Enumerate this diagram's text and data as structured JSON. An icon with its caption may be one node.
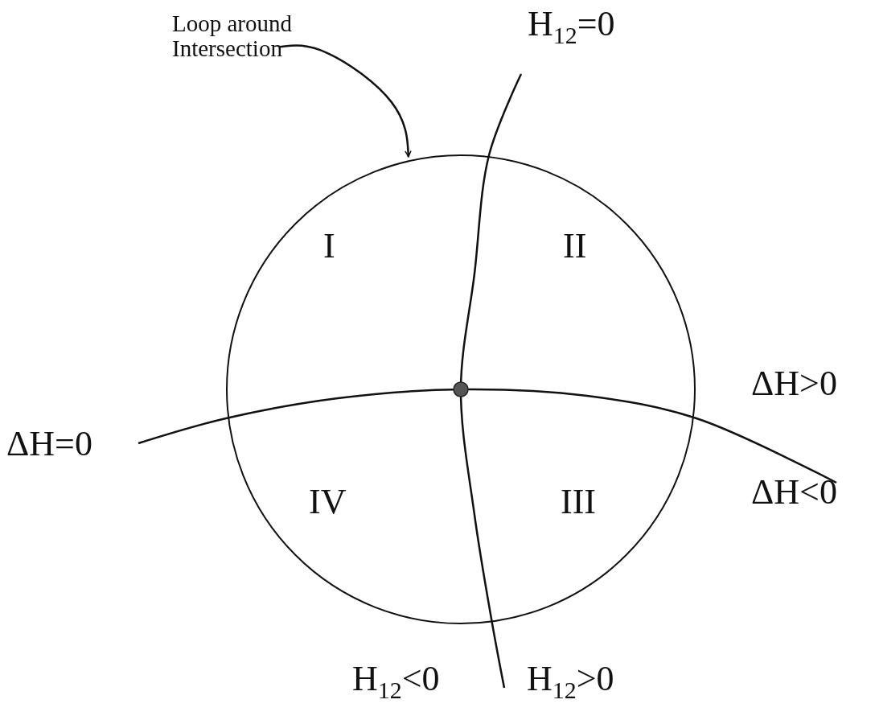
{
  "diagram": {
    "nodes": [
      {
        "text": [
          "Loop around Intersection"
        ]
      },
      {
        "text": [],
        "shape": "circle"
      }
    ],
    "edges": [
      {
        "from": 0,
        "to": 1,
        "arrow": "to"
      }
    ],
    "labels": [
      "H$_{12}$=0",
      "I",
      "II",
      "ΔH=0",
      "ΔH>0",
      "IV",
      "III",
      "ΔH<0",
      "H$_{12}$<0",
      "H$_{12}$>0"
    ]
  }
}
